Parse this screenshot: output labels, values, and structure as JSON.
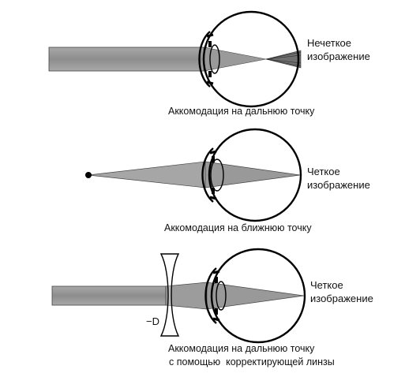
{
  "panels": [
    {
      "label": [
        "Нечеткое",
        "изображение"
      ],
      "caption": [
        "Аккомодация на дальнюю точку"
      ]
    },
    {
      "label": [
        "Четкое",
        "изображение"
      ],
      "caption": [
        "Аккомодация на ближнюю точку"
      ]
    },
    {
      "label": [
        "Четкое",
        "изображение"
      ],
      "caption": [
        "Аккомодация на дальнюю точку",
        "с помощью  корректирующей линзы"
      ],
      "lens_label": "−D"
    }
  ],
  "colors": {
    "beam": "#9a9a9a",
    "beam_dark": "#6f6f6f",
    "outline": "#000000"
  },
  "icons": [
    "eye-icon",
    "concave-lens-icon",
    "point-source-icon"
  ]
}
